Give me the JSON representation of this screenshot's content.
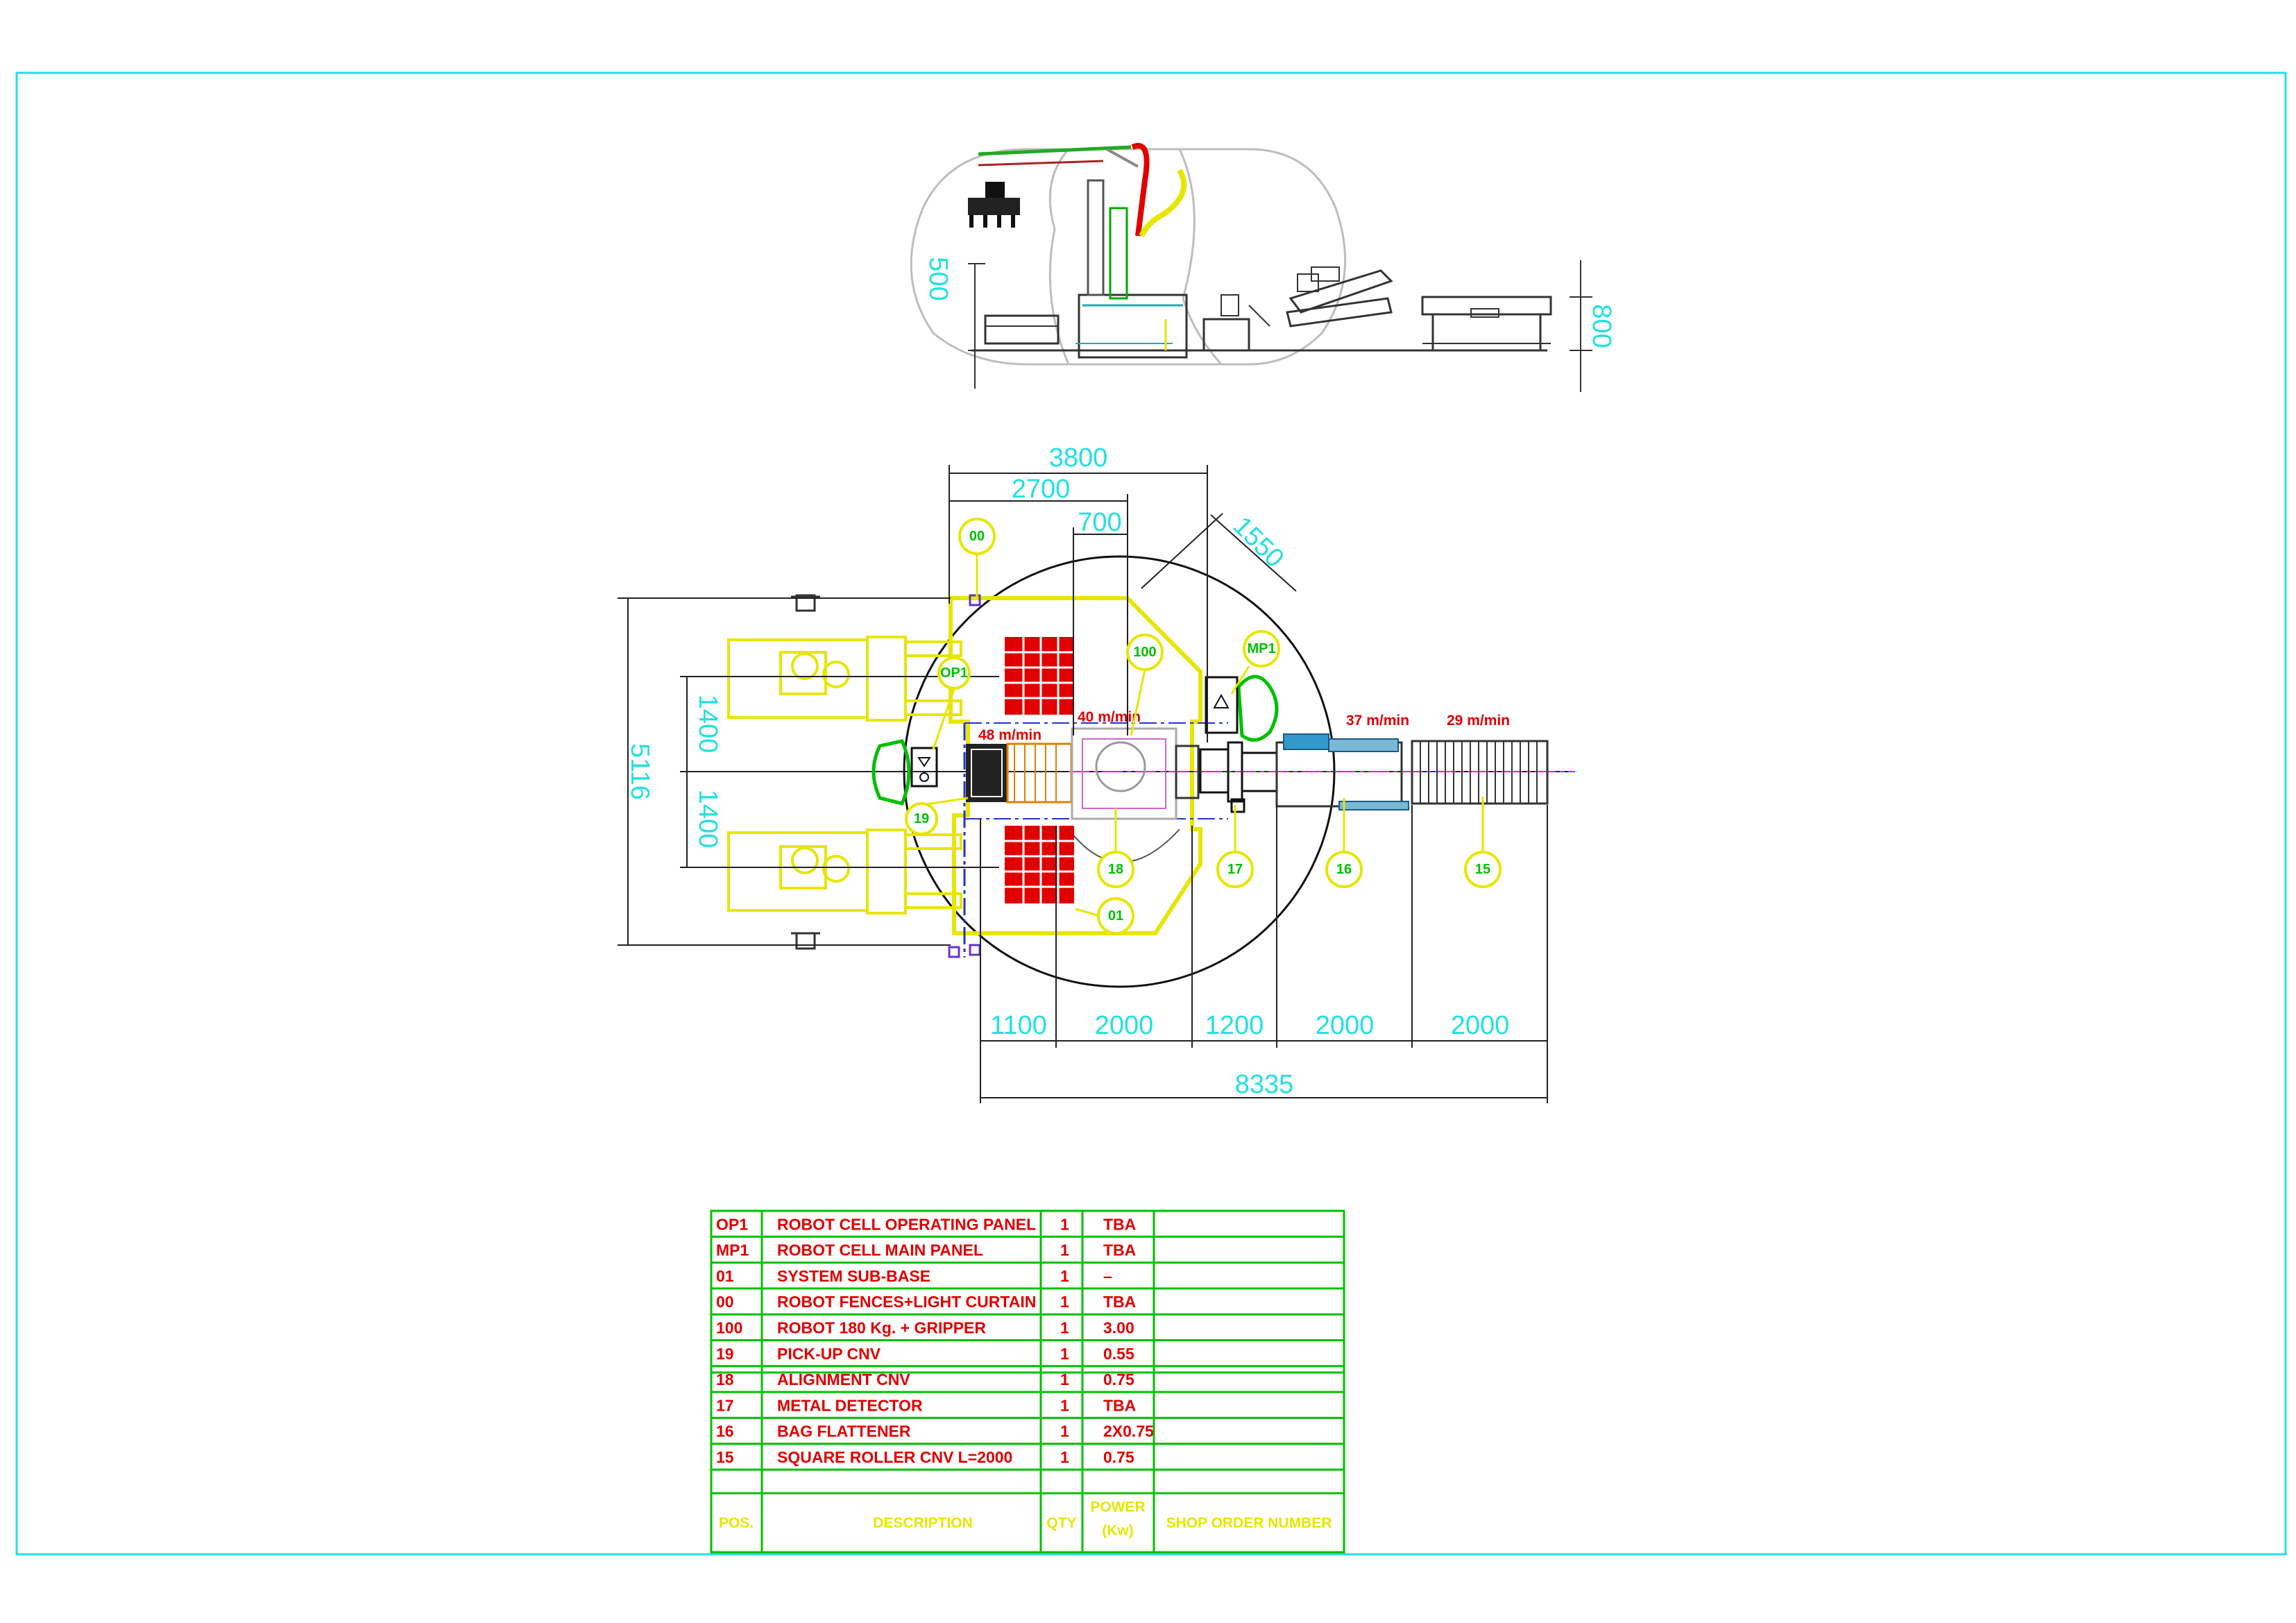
{
  "elevation": {
    "height_500": "500",
    "height_800": "800"
  },
  "plan": {
    "dims": {
      "overall_3800": "3800",
      "d_2700": "2700",
      "d_700": "700",
      "d_1550": "1550",
      "overall_5116": "5116",
      "upper_1400": "1400",
      "lower_1400": "1400",
      "d_1100": "1100",
      "d_2000a": "2000",
      "d_1200": "1200",
      "d_2000b": "2000",
      "d_2000c": "2000",
      "total_8335": "8335"
    },
    "speeds": {
      "s48": "48 m/min",
      "s40": "40 m/min",
      "s37": "37 m/min",
      "s29": "29 m/min"
    },
    "bubbles": {
      "b00": "00",
      "b100": "100",
      "bMP1": "MP1",
      "bOP1": "OP1",
      "b19": "19",
      "b18": "18",
      "b01": "01",
      "b17": "17",
      "b16": "16",
      "b15": "15"
    }
  },
  "parts_table": {
    "rows": [
      {
        "pos": "OP1",
        "description": "ROBOT CELL OPERATING PANEL",
        "qty": "1",
        "power": "TBA"
      },
      {
        "pos": "MP1",
        "description": "ROBOT CELL MAIN PANEL",
        "qty": "1",
        "power": "TBA"
      },
      {
        "pos": "01",
        "description": "SYSTEM SUB-BASE",
        "qty": "1",
        "power": "–"
      },
      {
        "pos": "00",
        "description": "ROBOT FENCES+LIGHT CURTAIN",
        "qty": "1",
        "power": "TBA"
      },
      {
        "pos": "100",
        "description": "ROBOT 180 Kg. + GRIPPER",
        "qty": "1",
        "power": "3.00"
      },
      {
        "pos": "19",
        "description": "PICK-UP CNV",
        "qty": "1",
        "power": "0.55"
      },
      {
        "pos": "18",
        "description": "ALIGNMENT CNV",
        "qty": "1",
        "power": "0.75"
      },
      {
        "pos": "17",
        "description": "METAL DETECTOR",
        "qty": "1",
        "power": "TBA"
      },
      {
        "pos": "16",
        "description": "BAG FLATTENER",
        "qty": "1",
        "power": "2X0.75"
      },
      {
        "pos": "15",
        "description": "SQUARE ROLLER CNV L=2000",
        "qty": "1",
        "power": "0.75"
      }
    ],
    "headers": {
      "pos": "POS.",
      "description": "DESCRIPTION",
      "qty": "QTY",
      "power_line1": "POWER",
      "power_line2": "(Kw)",
      "shop_order": "SHOP ORDER NUMBER"
    }
  },
  "colors": {
    "frame": "#22e0e0",
    "fence": "#e6e600",
    "bubble": "#00c000",
    "pallet": "#e00000",
    "line": "#000000"
  }
}
